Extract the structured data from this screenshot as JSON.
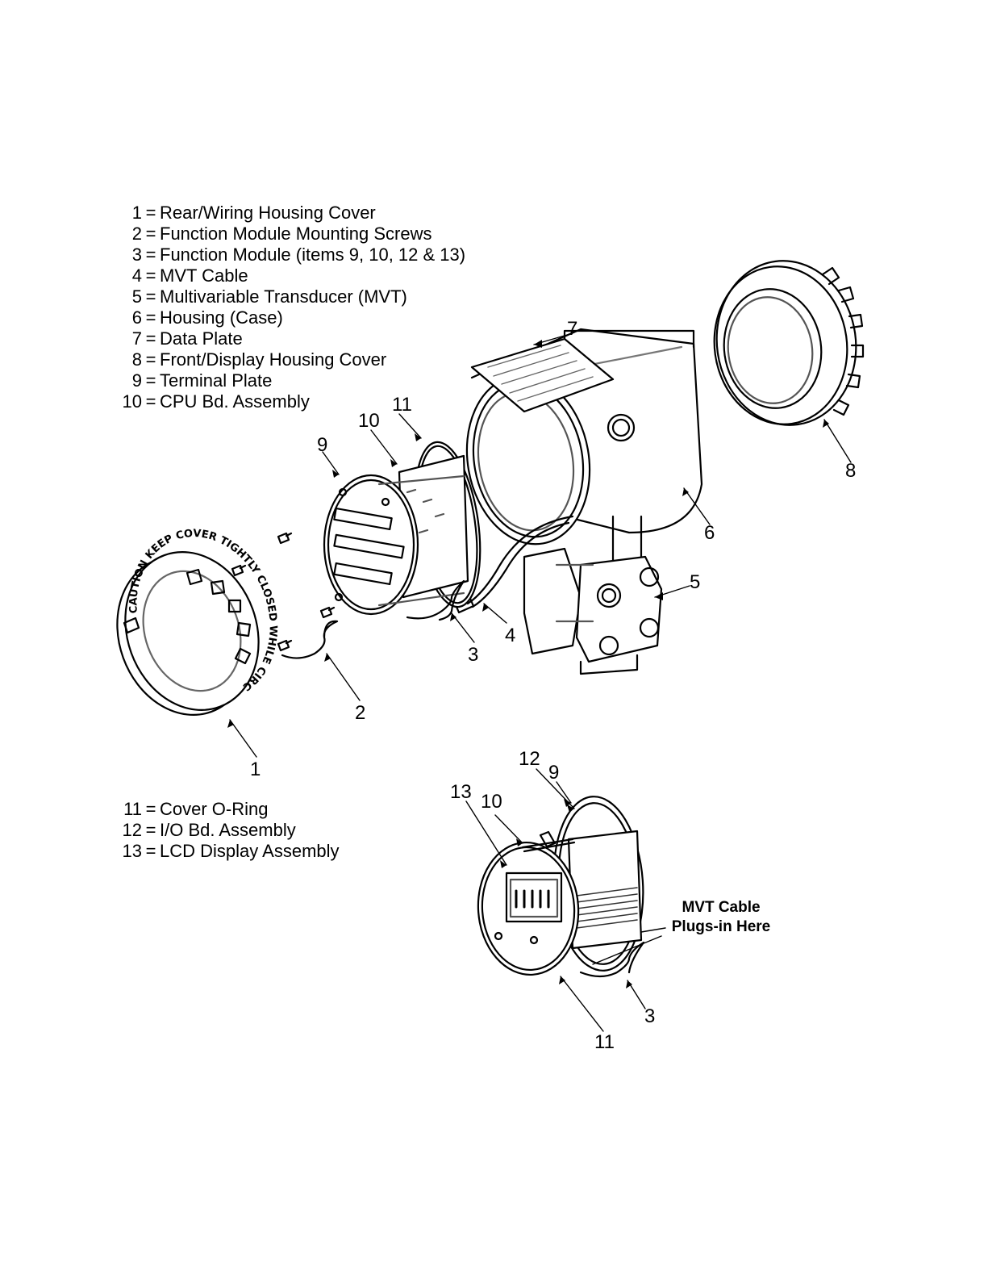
{
  "legend_top": [
    {
      "num": "1",
      "desc": "Rear/Wiring Housing Cover"
    },
    {
      "num": "2",
      "desc": "Function Module Mounting Screws"
    },
    {
      "num": "3",
      "desc": "Function Module (items 9, 10, 12 & 13)"
    },
    {
      "num": "4",
      "desc": "MVT Cable"
    },
    {
      "num": "5",
      "desc": "Multivariable Transducer (MVT)"
    },
    {
      "num": "6",
      "desc": "Housing (Case)"
    },
    {
      "num": "7",
      "desc": "Data Plate"
    },
    {
      "num": "8",
      "desc": "Front/Display Housing Cover"
    },
    {
      "num": "9",
      "desc": "Terminal Plate"
    },
    {
      "num": "10",
      "desc": "CPU Bd. Assembly"
    }
  ],
  "legend_bottom": [
    {
      "num": "11",
      "desc": "Cover O-Ring"
    },
    {
      "num": "12",
      "desc": "I/O Bd. Assembly"
    },
    {
      "num": "13",
      "desc": "LCD Display Assembly"
    }
  ],
  "eq_sign": "=",
  "callouts": {
    "c1": "1",
    "c2": "2",
    "c3a": "3",
    "c4": "4",
    "c5": "5",
    "c6": "6",
    "c7": "7",
    "c8": "8",
    "c9a": "9",
    "c10a": "10",
    "c11a": "11",
    "c12": "12",
    "c9b": "9",
    "c13": "13",
    "c10b": "10",
    "c3b": "3",
    "c11b": "11"
  },
  "note": {
    "line1": "MVT Cable",
    "line2": "Plugs-in Here"
  },
  "cover_text": "CAUTION KEEP COVER TIGHTLY CLOSED WHILE CIRCUITS ARE LIVE"
}
